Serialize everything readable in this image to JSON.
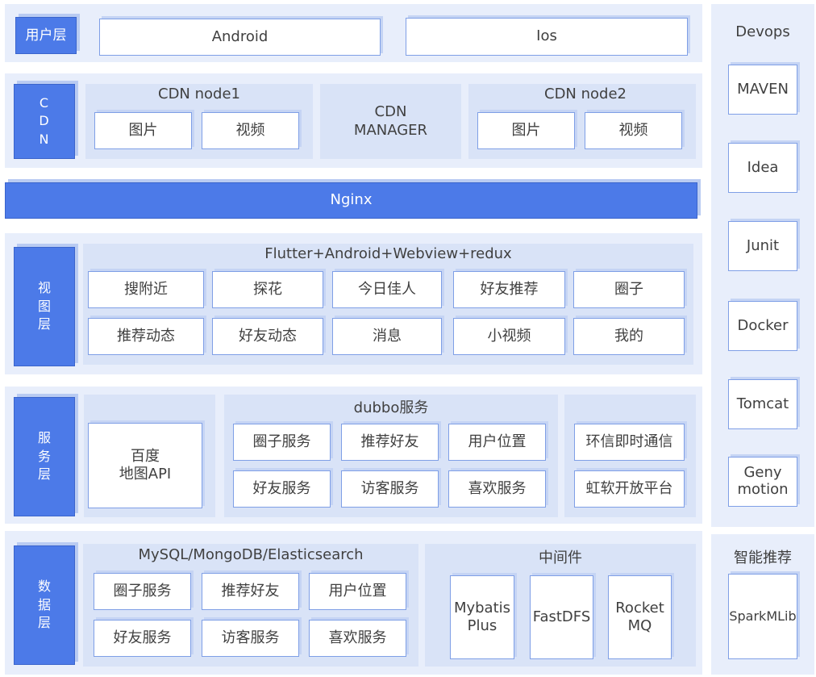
{
  "user_layer": {
    "label": "用户层",
    "clients": [
      "Android",
      "Ios"
    ]
  },
  "cdn_layer": {
    "label": "CDN",
    "node1": {
      "title": "CDN node1",
      "items": [
        "图片",
        "视频"
      ]
    },
    "manager": "CDN\nMANAGER",
    "node2": {
      "title": "CDN node2",
      "items": [
        "图片",
        "视频"
      ]
    }
  },
  "nginx": "Nginx",
  "view_layer": {
    "label": "视图层",
    "title": "Flutter+Android+Webview+redux",
    "row1": [
      "搜附近",
      "探花",
      "今日佳人",
      "好友推荐",
      "圈子"
    ],
    "row2": [
      "推荐动态",
      "好友动态",
      "消息",
      "小视频",
      "我的"
    ]
  },
  "service_layer": {
    "label": "服务层",
    "baidu": "百度\n地图API",
    "dubbo_title": "dubbo服务",
    "dubbo_row1": [
      "圈子服务",
      "推荐好友",
      "用户位置"
    ],
    "dubbo_row2": [
      "好友服务",
      "访客服务",
      "喜欢服务"
    ],
    "third_party": [
      "环信即时通信",
      "虹软开放平台"
    ]
  },
  "data_layer": {
    "label": "数据层",
    "db_title": "MySQL/MongoDB/Elasticsearch",
    "db_row1": [
      "圈子服务",
      "推荐好友",
      "用户位置"
    ],
    "db_row2": [
      "好友服务",
      "访客服务",
      "喜欢服务"
    ],
    "middleware_title": "中间件",
    "middleware": [
      "Mybatis\nPlus",
      "FastDFS",
      "Rocket\nMQ"
    ]
  },
  "devops": {
    "title": "Devops",
    "items": [
      "MAVEN",
      "Idea",
      "Junit",
      "Docker",
      "Tomcat",
      "Geny\nmotion"
    ]
  },
  "smart": {
    "title": "智能推荐",
    "items": [
      "SparkMLib"
    ]
  },
  "colors": {
    "accent": "#4c7ae8",
    "band": "#e8eefb",
    "panel": "#d9e3f7",
    "box_border": "#7f9fe6"
  }
}
